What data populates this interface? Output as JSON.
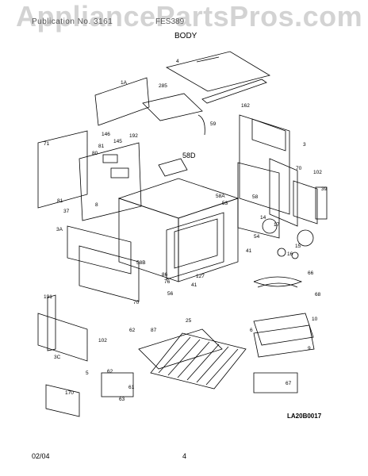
{
  "header": {
    "partial_text": "Publication No. 3161",
    "model_text": "FES389",
    "section_title": "BODY"
  },
  "watermark": "AppliancePartsPros.com",
  "footer": {
    "date": "02/04",
    "page": "4",
    "drawing_code": "LA20B0017"
  },
  "callouts": {
    "c4": "4",
    "c1A": "1A",
    "c285": "285",
    "c162": "162",
    "c59": "59",
    "c3": "3",
    "c71": "71",
    "c146": "146",
    "c145": "145",
    "c192": "192",
    "c81a": "81",
    "c80": "80",
    "c58D": "58D",
    "c70a": "70",
    "c102a": "102",
    "c39": "39",
    "c81b": "81",
    "c37": "37",
    "c8": "8",
    "c58A": "58A",
    "c53": "53",
    "c58": "58",
    "c17": "17",
    "c14": "14",
    "c3A": "3A",
    "c54": "54",
    "c16": "16",
    "c15": "15",
    "c41a": "41",
    "c58B": "58B",
    "c86": "86",
    "c76": "76",
    "c127": "127",
    "c41b": "41",
    "c56": "56",
    "c70b": "70",
    "c66": "66",
    "c68": "68",
    "c191": "191",
    "c102b": "102",
    "c62a": "62",
    "c87": "87",
    "c25": "25",
    "c6": "6",
    "c10": "10",
    "c9": "9",
    "c3C": "3C",
    "c62b": "62",
    "c5": "5",
    "c61": "61",
    "c63": "63",
    "c170": "170",
    "c67": "67"
  }
}
